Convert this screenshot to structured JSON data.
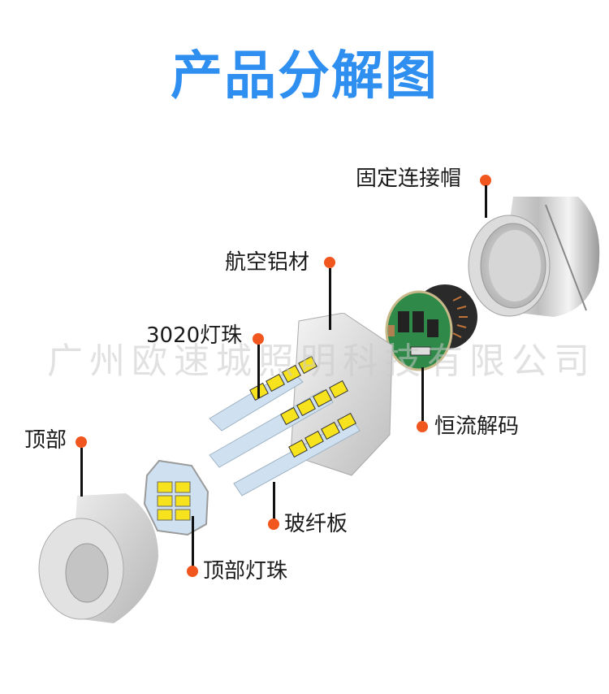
{
  "title": "产品分解图",
  "watermark": "广州欧速城照明科技有限公司",
  "colors": {
    "title": "#2f8ff1",
    "marker_dot": "#f2561f",
    "leader_line": "#111111",
    "led_chip": "#f7e21e",
    "pcb_board": "#cfe1f1",
    "driver_pcb": "#2f8a4a",
    "aluminum": "#c8c8c8"
  },
  "components": [
    {
      "id": "fixing-cap",
      "label": "固定连接帽"
    },
    {
      "id": "aviation-aluminum",
      "label": "航空铝材"
    },
    {
      "id": "led-3020",
      "label": "3020灯珠"
    },
    {
      "id": "constant-current-decoder",
      "label": "恒流解码"
    },
    {
      "id": "top",
      "label": "顶部"
    },
    {
      "id": "fiberglass-board",
      "label": "玻纤板"
    },
    {
      "id": "top-led",
      "label": "顶部灯珠"
    }
  ]
}
